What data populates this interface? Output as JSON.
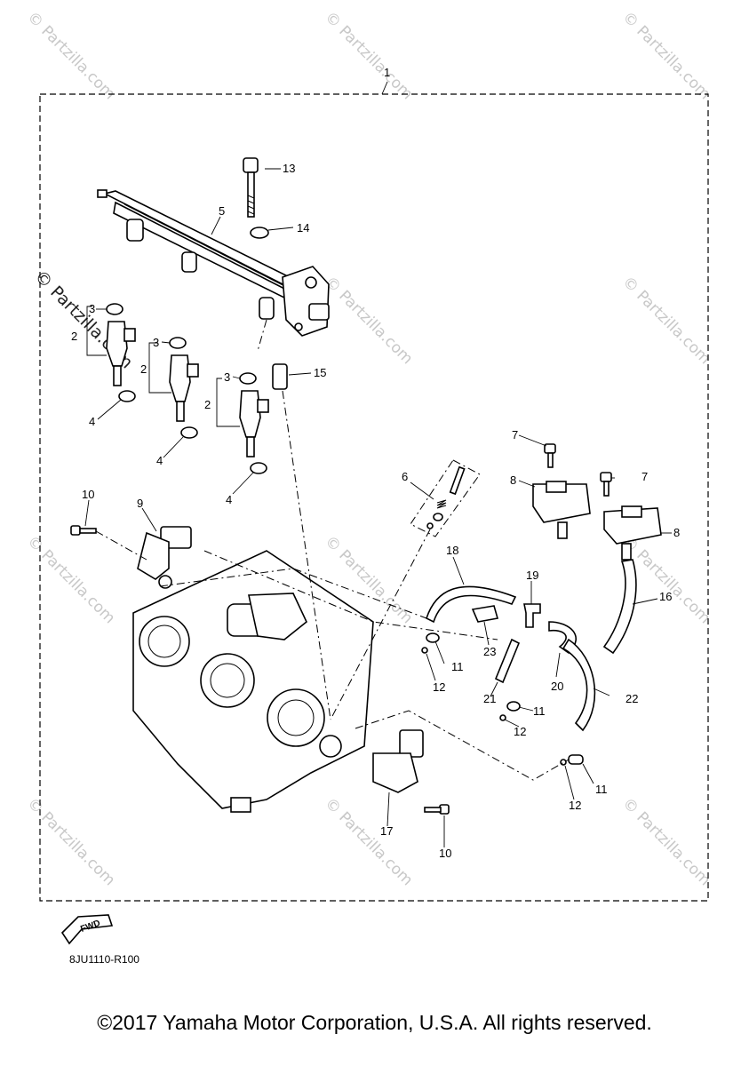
{
  "watermark": {
    "text": "© Partzilla.com"
  },
  "diagram_code": "8JU1110-R100",
  "fwd_label": "FWD",
  "copyright": "©2017 Yamaha Motor Corporation, U.S.A. All rights reserved.",
  "callouts": {
    "c1": "1",
    "c2a": "2",
    "c2b": "2",
    "c2c": "2",
    "c3a": "3",
    "c3b": "3",
    "c3c": "3",
    "c4a": "4",
    "c4b": "4",
    "c4c": "4",
    "c5": "5",
    "c6": "6",
    "c7a": "7",
    "c7b": "7",
    "c8a": "8",
    "c8b": "8",
    "c9": "9",
    "c10a": "10",
    "c10b": "10",
    "c11a": "11",
    "c11b": "11",
    "c11c": "11",
    "c12a": "12",
    "c12b": "12",
    "c12c": "12",
    "c13": "13",
    "c14": "14",
    "c15": "15",
    "c16": "16",
    "c17": "17",
    "c18": "18",
    "c19": "19",
    "c20": "20",
    "c21": "21",
    "c22": "22",
    "c23": "23"
  }
}
